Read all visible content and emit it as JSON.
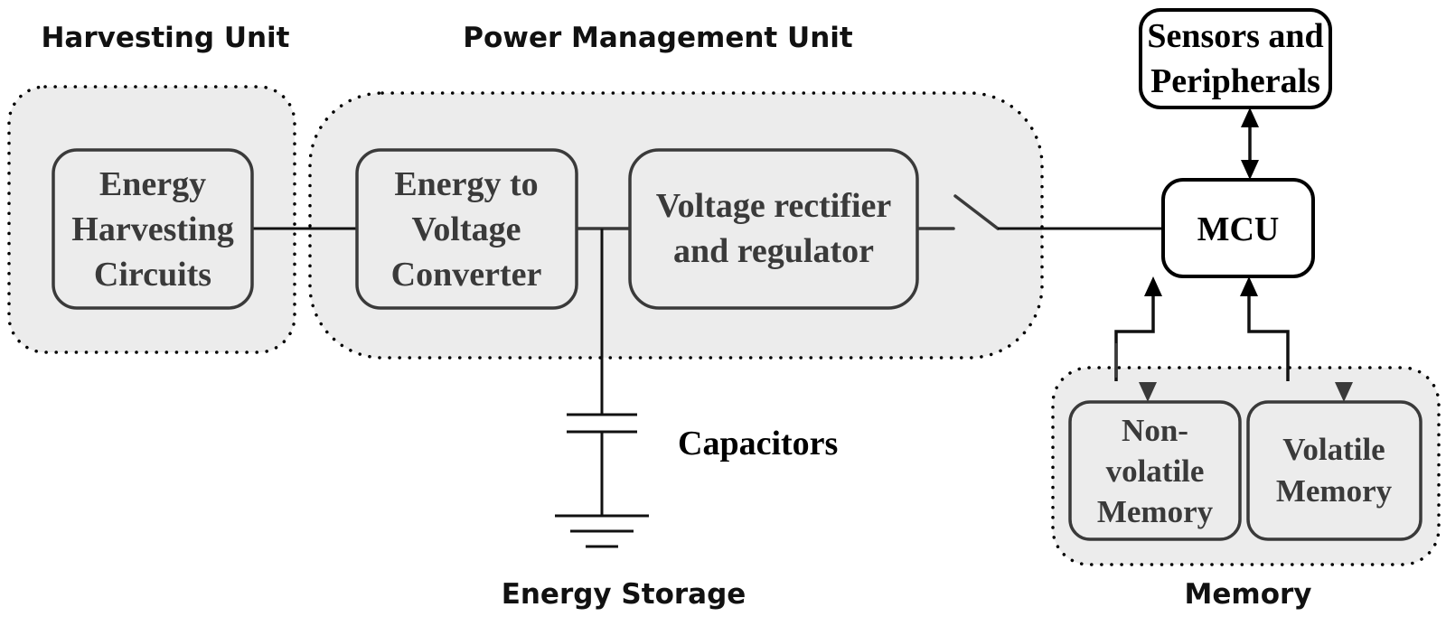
{
  "diagram": {
    "groups": {
      "harvesting": {
        "label": "Harvesting Unit"
      },
      "power_management": {
        "label": "Power Management Unit"
      },
      "energy_storage": {
        "label": "Energy Storage"
      },
      "memory": {
        "label": "Memory"
      }
    },
    "blocks": {
      "energy_harvesting": {
        "lines": [
          "Energy",
          "Harvesting",
          "Circuits"
        ]
      },
      "energy_to_voltage": {
        "lines": [
          "Energy to",
          "Voltage",
          "Converter"
        ]
      },
      "voltage_rectifier": {
        "lines": [
          "Voltage rectifier",
          "and regulator"
        ]
      },
      "mcu": {
        "lines": [
          "MCU"
        ]
      },
      "sensors": {
        "lines": [
          "Sensors and",
          "Peripherals"
        ]
      },
      "non_volatile": {
        "lines": [
          "Non-",
          "volatile",
          "Memory"
        ]
      },
      "volatile": {
        "lines": [
          "Volatile",
          "Memory"
        ]
      }
    },
    "capacitor_label": "Capacitors",
    "symbols": [
      "switch-icon",
      "capacitor-icon",
      "ground-icon",
      "bidirectional-arrow-icon"
    ]
  }
}
